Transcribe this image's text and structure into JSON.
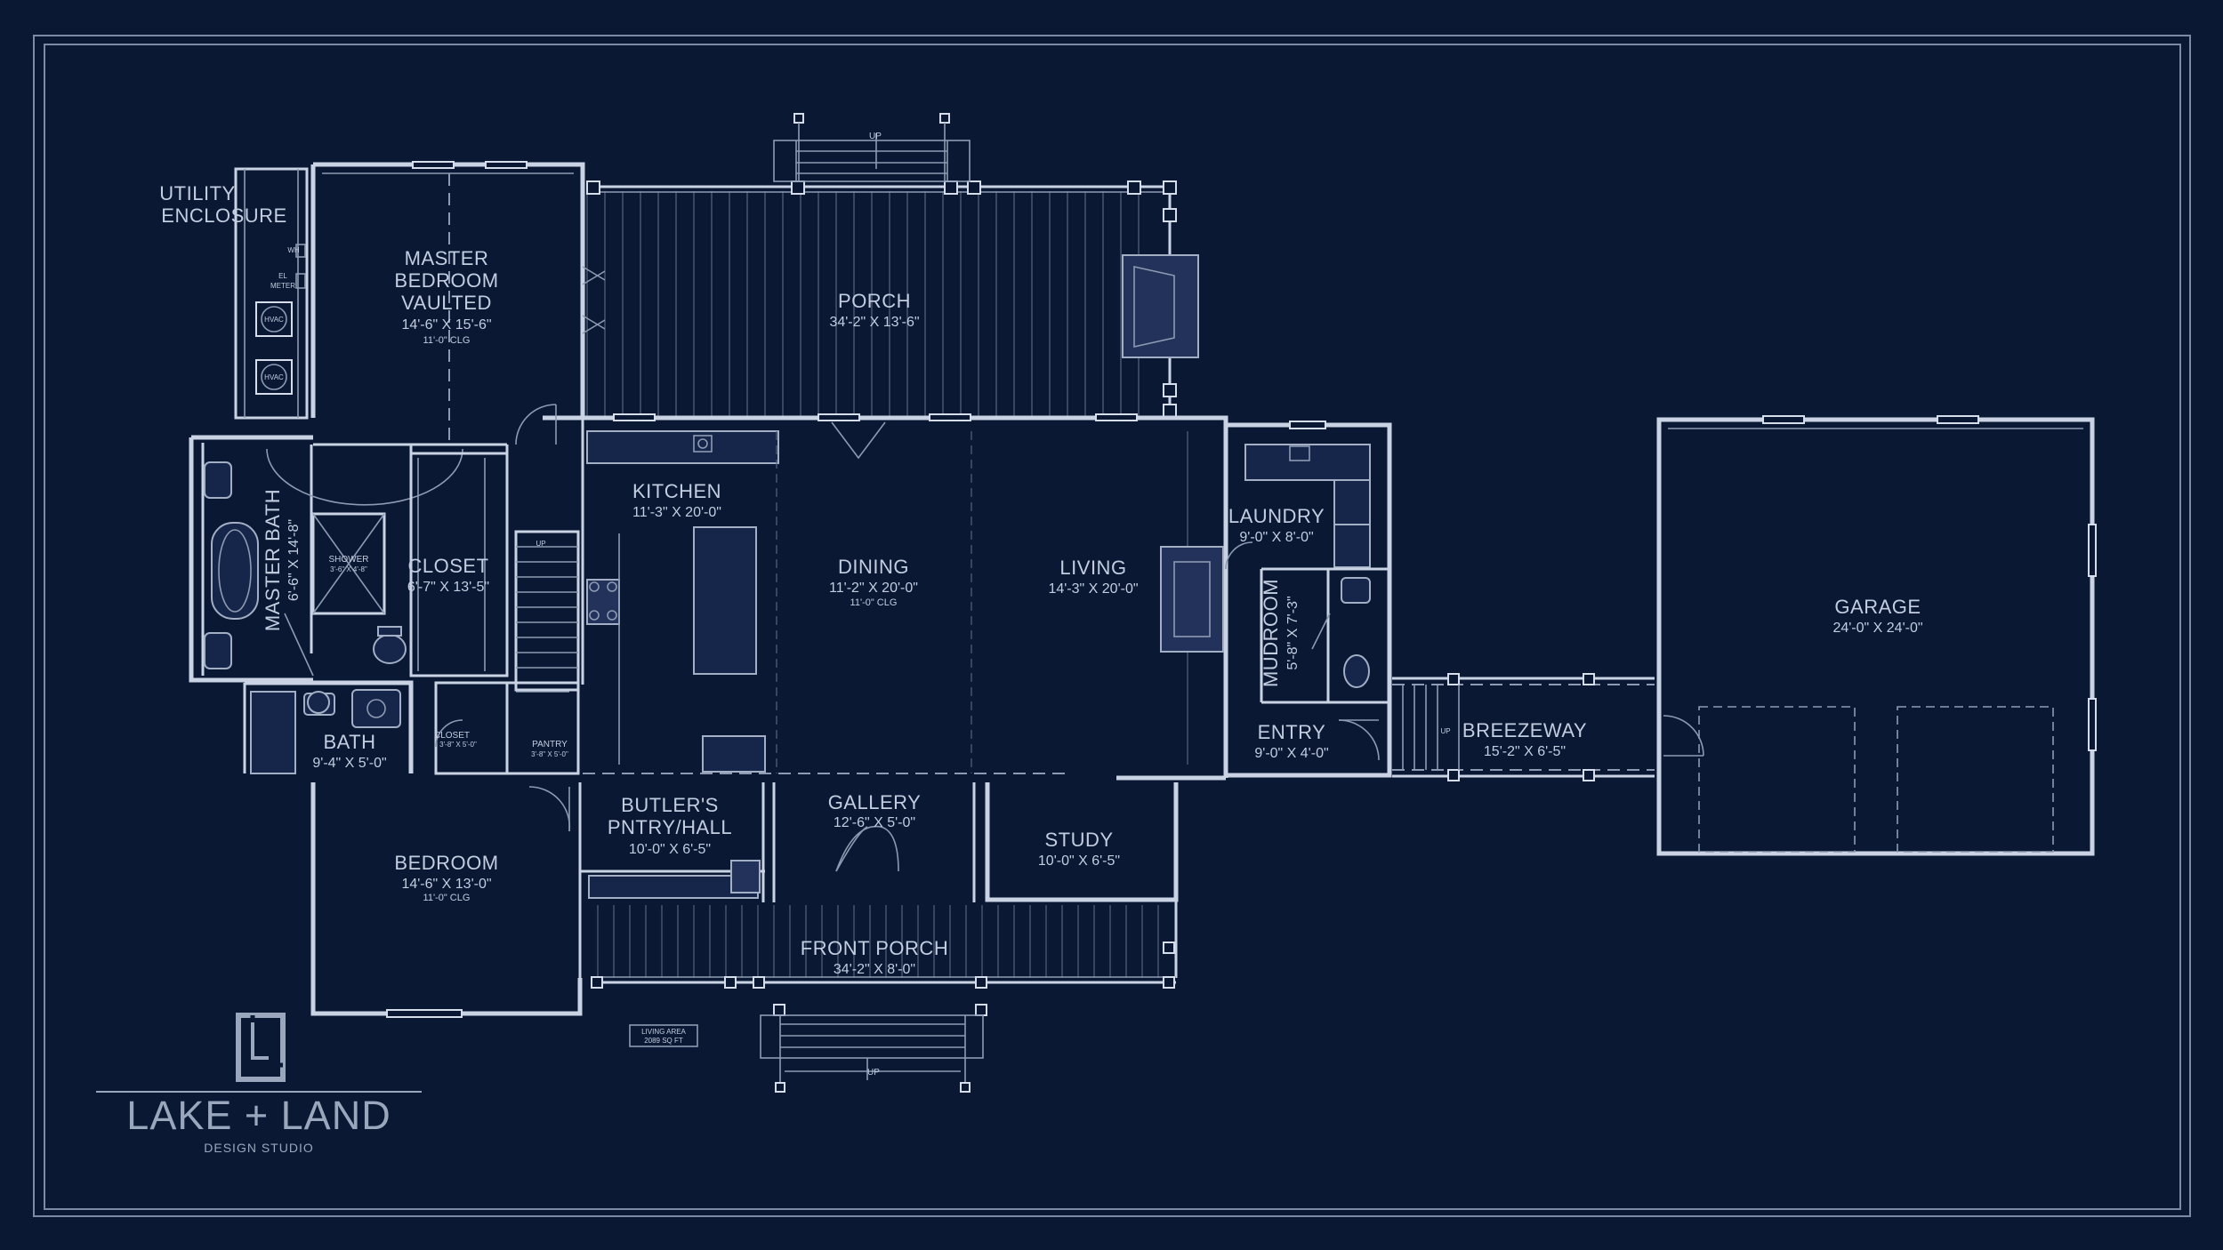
{
  "rooms": {
    "utility": {
      "line1": "UTILITY",
      "line2": "ENCLOSURE"
    },
    "master_bedroom": {
      "line1": "MASTER",
      "line2": "BEDROOM",
      "line3": "VAULTED",
      "dim": "14'-6\" X 15'-6\"",
      "clg": "11'-0\" CLG"
    },
    "porch": {
      "name": "PORCH",
      "dim": "34'-2\" X 13'-6\""
    },
    "kitchen": {
      "name": "KITCHEN",
      "dim": "11'-3\" X 20'-0\""
    },
    "dining": {
      "name": "DINING",
      "dim": "11'-2\" X 20'-0\"",
      "clg": "11'-0\" CLG"
    },
    "living": {
      "name": "LIVING",
      "dim": "14'-3\" X 20'-0\""
    },
    "laundry": {
      "name": "LAUNDRY",
      "dim": "9'-0\" X 8'-0\""
    },
    "mudroom": {
      "name": "MUDROOM",
      "dim": "5'-8\" X 7'-3\""
    },
    "master_bath": {
      "name": "MASTER BATH",
      "dim": "6'-6\" X 14'-8\""
    },
    "shower": {
      "name": "SHOWER",
      "dim": "3'-6\" X 4'-8\""
    },
    "closet": {
      "name": "CLOSET",
      "dim": "6'-7\" X 13'-5\""
    },
    "bath": {
      "name": "BATH",
      "dim": "9'-4\" X 5'-0\""
    },
    "small_closet": {
      "name": "CLOSET",
      "dim": "3'-8\" X 5'-0\""
    },
    "pantry": {
      "name": "PANTRY",
      "dim": "3'-8\" X 5'-0\""
    },
    "entry": {
      "name": "ENTRY",
      "dim": "9'-0\" X 4'-0\""
    },
    "breezeway": {
      "name": "BREEZEWAY",
      "dim": "15'-2\" X 6'-5\""
    },
    "garage": {
      "name": "GARAGE",
      "dim": "24'-0\" X 24'-0\""
    },
    "butlers": {
      "line1": "BUTLER'S",
      "line2": "PNTRY/HALL",
      "dim": "10'-0\" X 6'-5\""
    },
    "gallery": {
      "name": "GALLERY",
      "dim": "12'-6\" X 5'-0\""
    },
    "study": {
      "name": "STUDY",
      "dim": "10'-0\" X 6'-5\""
    },
    "bedroom": {
      "name": "BEDROOM",
      "dim": "14'-6\" X 13'-0\"",
      "clg": "11'-0\" CLG"
    },
    "front_porch": {
      "name": "FRONT PORCH",
      "dim": "34'-2\" X 8'-0\""
    }
  },
  "annotations": {
    "up": "UP",
    "wh": "WH",
    "el_meter_1": "EL",
    "el_meter_2": "METER",
    "hvac": "HVAC",
    "living_area_1": "LIVING AREA",
    "living_area_2": "2089 SQ FT"
  },
  "logo": {
    "brand": "LAKE + LAND",
    "sub": "DESIGN STUDIO"
  },
  "colors": {
    "background": "#0a1833",
    "line": "#c9d3e3",
    "text": "#c3cde0"
  }
}
